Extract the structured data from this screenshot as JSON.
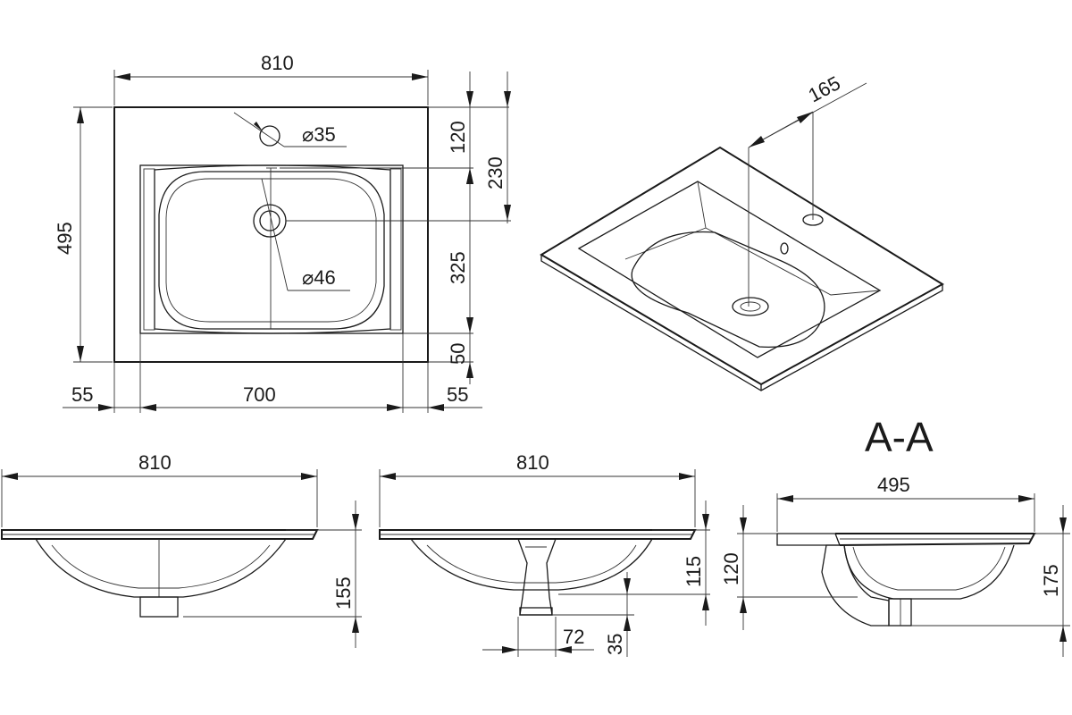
{
  "top_view": {
    "width_label": "810",
    "depth_label": "495",
    "tap_hole_label": "⌀35",
    "drain_label": "⌀46",
    "rim_front_label": "120",
    "tap_to_drain_label": "230",
    "bowl_depth_label": "325",
    "front_rim_label": "50",
    "left_margin_label": "55",
    "bowl_width_label": "700",
    "right_margin_label": "55"
  },
  "iso_view": {
    "offset_label": "165"
  },
  "front_view": {
    "width_label": "810",
    "height_label": "155"
  },
  "back_view": {
    "width_label": "810",
    "height_label": "115",
    "outlet_width_label": "72",
    "outlet_height_label": "35"
  },
  "section_view": {
    "title": "A-A",
    "depth_label": "495",
    "inner_height_label": "120",
    "total_height_label": "175"
  },
  "colors": {
    "line": "#1a1a1a",
    "background": "#ffffff"
  }
}
